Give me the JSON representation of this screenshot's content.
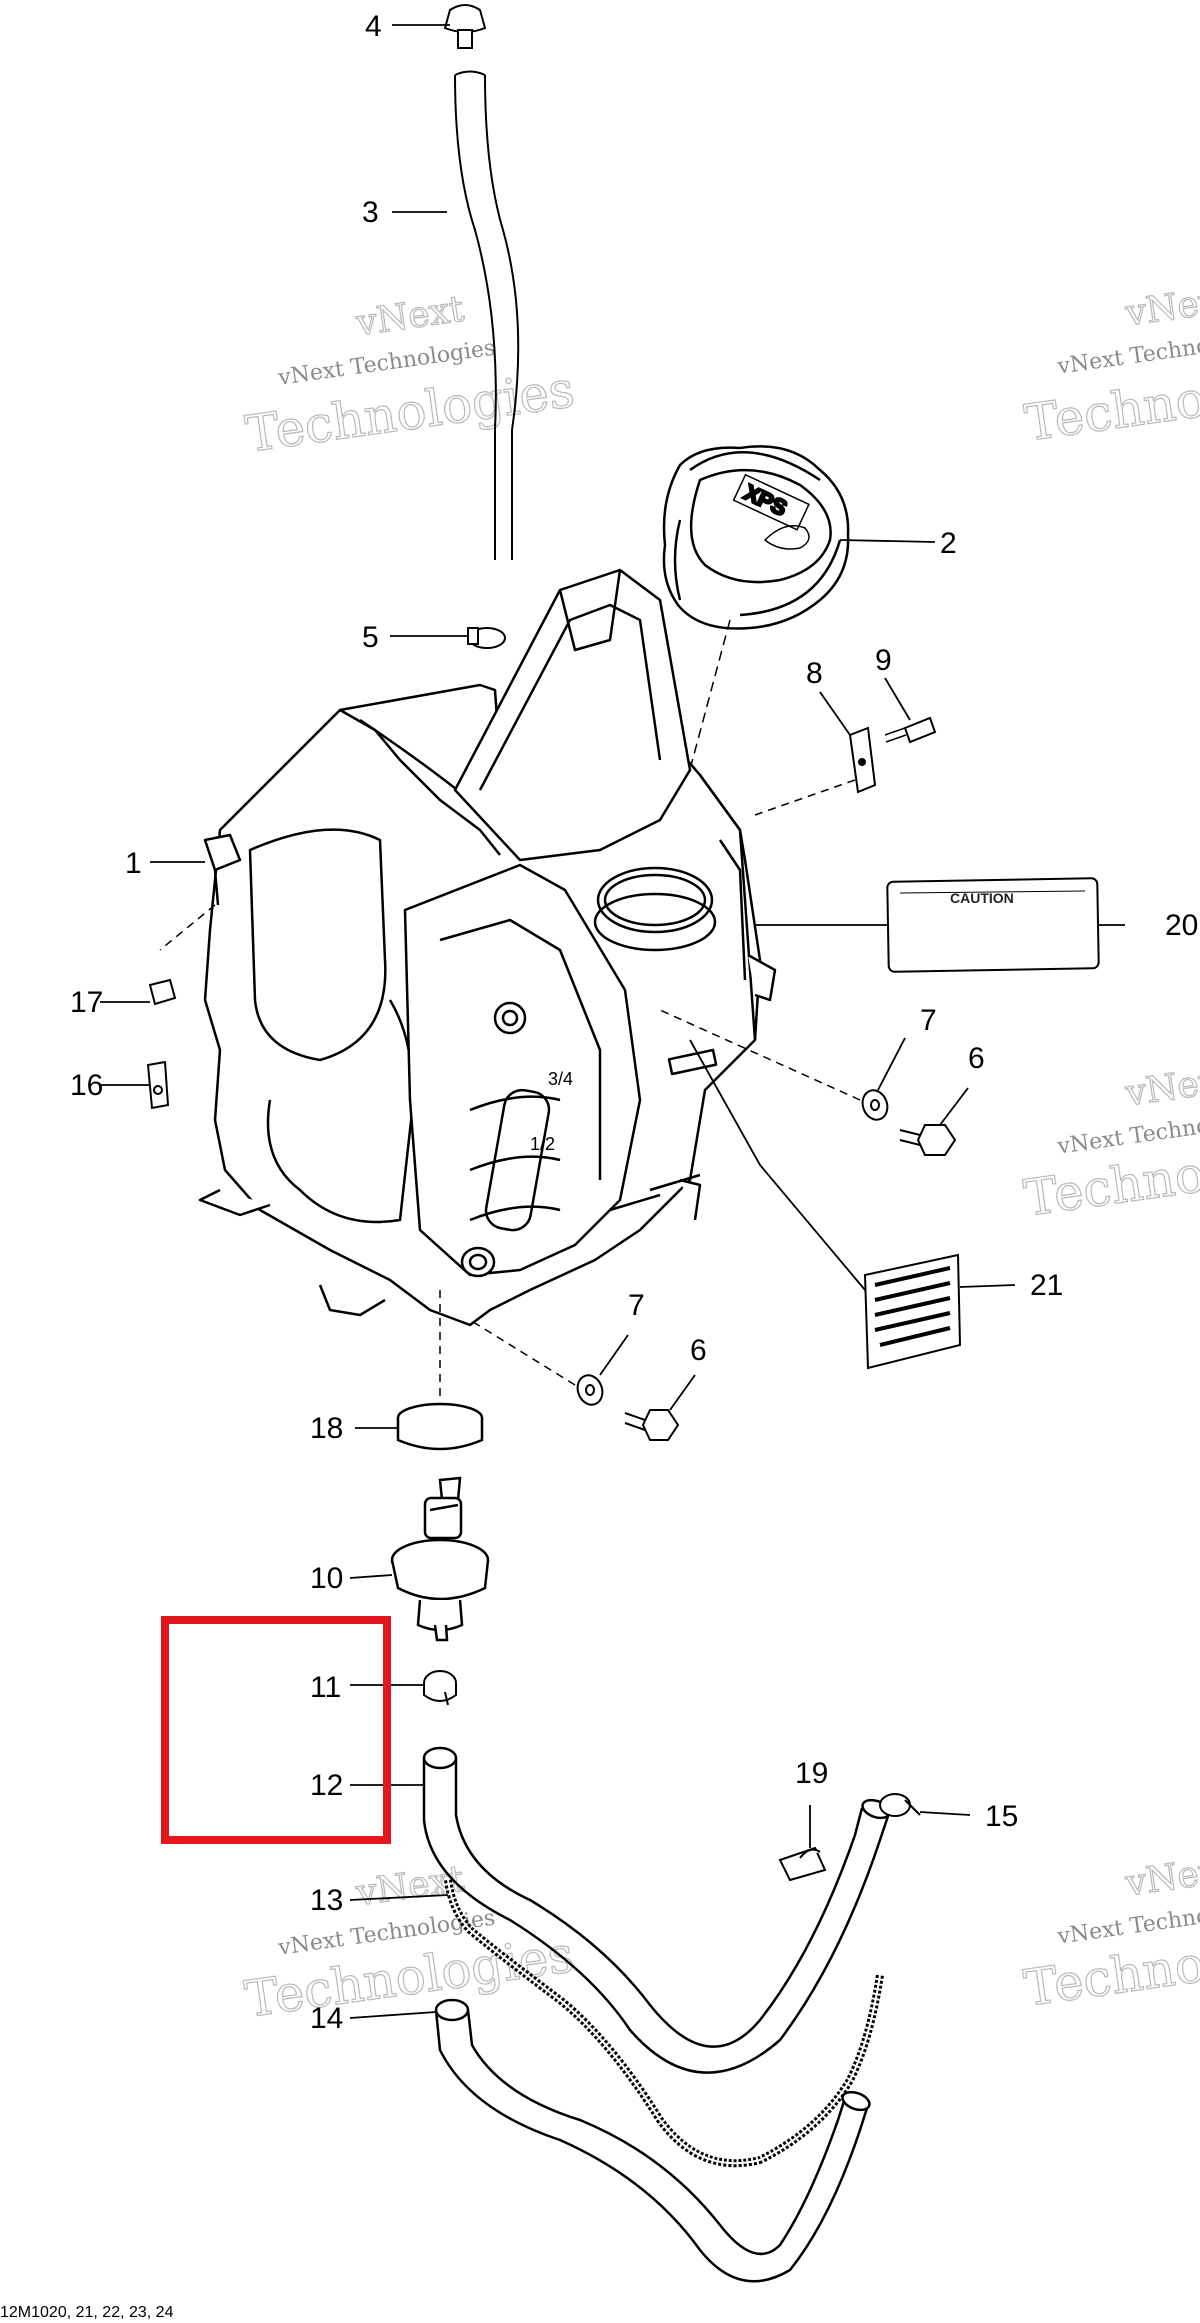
{
  "diagram": {
    "drawing_code": "12M1020, 21, 22, 23, 24",
    "callouts": [
      "1",
      "2",
      "3",
      "4",
      "5",
      "6",
      "6",
      "7",
      "7",
      "8",
      "9",
      "10",
      "11",
      "12",
      "13",
      "14",
      "15",
      "16",
      "17",
      "18",
      "19",
      "20",
      "21"
    ],
    "watermark": {
      "line1": "vNext",
      "line2": "vNext Technologies",
      "line3": "Technologies"
    },
    "decal_caution": "CAUTION",
    "cap_logo": "XPS",
    "tank_marks": {
      "three_quarter": "3/4",
      "half": "1/2"
    },
    "highlight_color": "#e3161c"
  }
}
